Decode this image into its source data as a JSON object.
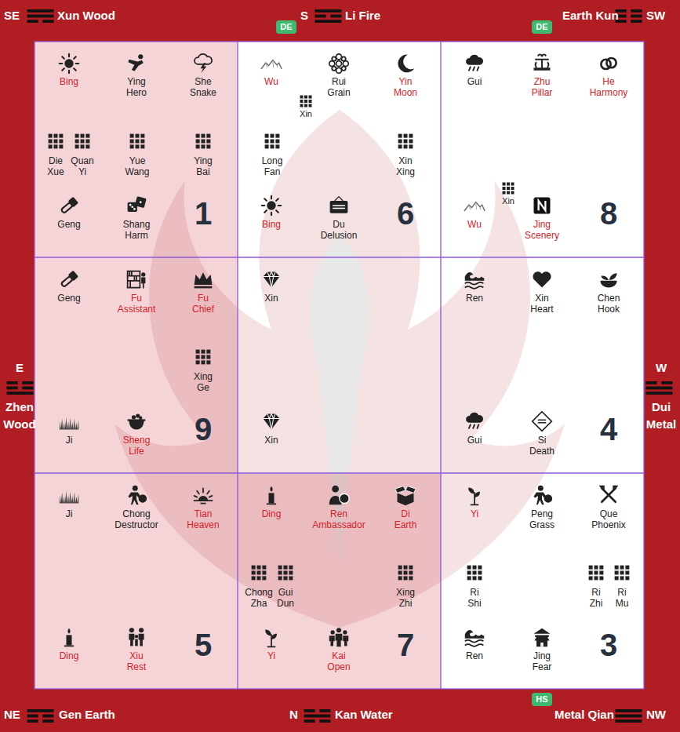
{
  "diagram": {
    "nodes": [
      {
        "text": [
          "DE"
        ]
      },
      {
        "text": [
          "DE"
        ]
      },
      {
        "text": [
          "Bing",
          "Ying Hero",
          "She Snake",
          "Die Xue",
          "Quan Yi",
          "Yue Wang",
          "Ying Bai",
          "Geng",
          "Shang Harm",
          "1"
        ]
      },
      {
        "text": [
          "Wu",
          "Rui Grain",
          "Yin Moon",
          "Xin",
          "Long Fan",
          "Xin Xing",
          "Bing",
          "Du Delusion",
          "6"
        ]
      },
      {
        "text": [
          "Gui",
          "Zhu Pillar",
          "He Harmony",
          "Xin",
          "Wu",
          "Jing Scenery",
          "8"
        ]
      },
      {
        "text": [
          "Geng",
          "Fu Assistant",
          "Fu Chief",
          "Xing Ge",
          "Ji",
          "Sheng Life",
          "9"
        ]
      },
      {
        "text": [
          "Xin",
          "Xin"
        ]
      },
      {
        "text": [
          "Ren",
          "Xin Heart",
          "Chen Hook",
          "Gui",
          "Si Death",
          "4"
        ]
      },
      {
        "text": [
          "Ji",
          "Chong Destructor",
          "Tian Heaven",
          "Ding",
          "Xiu Rest",
          "5"
        ]
      },
      {
        "text": [
          "Ding",
          "Ren Ambassador",
          "Di Earth",
          "Chong Zha",
          "Gui Dun",
          "Xing Zhi",
          "Yi",
          "Kai Open",
          "7"
        ]
      },
      {
        "text": [
          "Yi",
          "Peng Grass",
          "Que Phoenix",
          "Ri Shi",
          "Ri Zhi",
          "Ri Mu",
          "Ren",
          "Jing Fear",
          "3"
        ]
      },
      {
        "text": [
          "HS"
        ]
      }
    ],
    "labels": [
      "SE",
      "Xun Wood",
      "S",
      "Li Fire",
      "Earth Kun",
      "SW",
      "E",
      "Zhen Wood",
      "W",
      "Dui Metal",
      "NE",
      "Gen Earth",
      "N",
      "Kan Water",
      "Metal Qian",
      "NW"
    ]
  }
}
